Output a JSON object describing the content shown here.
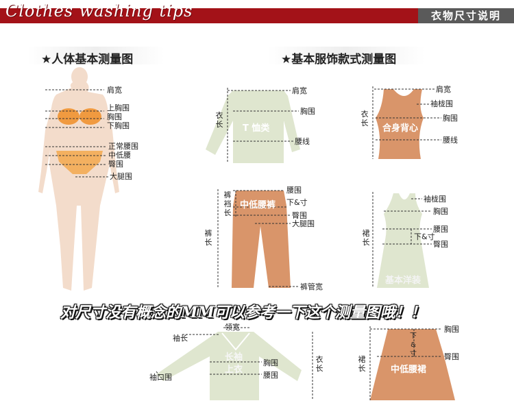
{
  "header": {
    "script_title": "Clothes washing tips",
    "page_title": "衣物尺寸说明"
  },
  "sections": {
    "body_heading": "★人体基本测量图",
    "garment_heading": "★基本服饰款式测量图"
  },
  "body_figure": {
    "labels": [
      "肩宽",
      "上胸围",
      "胸围",
      "下胸围",
      "正常腰围",
      "中低腰",
      "臀围",
      "大腿围"
    ]
  },
  "tshirt": {
    "name": "T 恤类",
    "labels": [
      "肩宽",
      "胸围",
      "腰线"
    ],
    "length": "衣长"
  },
  "tank": {
    "name": "合身背心",
    "labels": [
      "肩宽",
      "袖栊围",
      "胸围",
      "腰线"
    ],
    "length": "衣长"
  },
  "pants": {
    "name": "中低腰裤",
    "labels": [
      "腰围",
      "下&寸",
      "臀围",
      "大腿围",
      "裤管宽"
    ],
    "inseam": "裤裆长",
    "length": "裤长"
  },
  "dress": {
    "name": "基本洋装",
    "labels": [
      "袖栊围",
      "胸围",
      "腰围",
      "下&寸",
      "臀围"
    ],
    "length": "裙长"
  },
  "banner": "对尺寸没有概念的MM可以参考一下这个测量图哦！！",
  "sweater": {
    "name_line1": "长袖",
    "name_line2": "上衣",
    "labels": [
      "领宽",
      "袖长",
      "胸围",
      "腰围",
      "袖口围"
    ],
    "length": "衣长"
  },
  "skirt": {
    "name": "中低腰裙",
    "labels": [
      "胸围",
      "下&寸",
      "臀围"
    ],
    "length": "裙长"
  },
  "colors": {
    "header_red": "#a31218",
    "header_gray": "#5a5a5a",
    "garment_green": "#dfe6cf",
    "garment_orange": "#d9956a",
    "skin": "#f3dccb",
    "bikini": "#f09a40"
  }
}
